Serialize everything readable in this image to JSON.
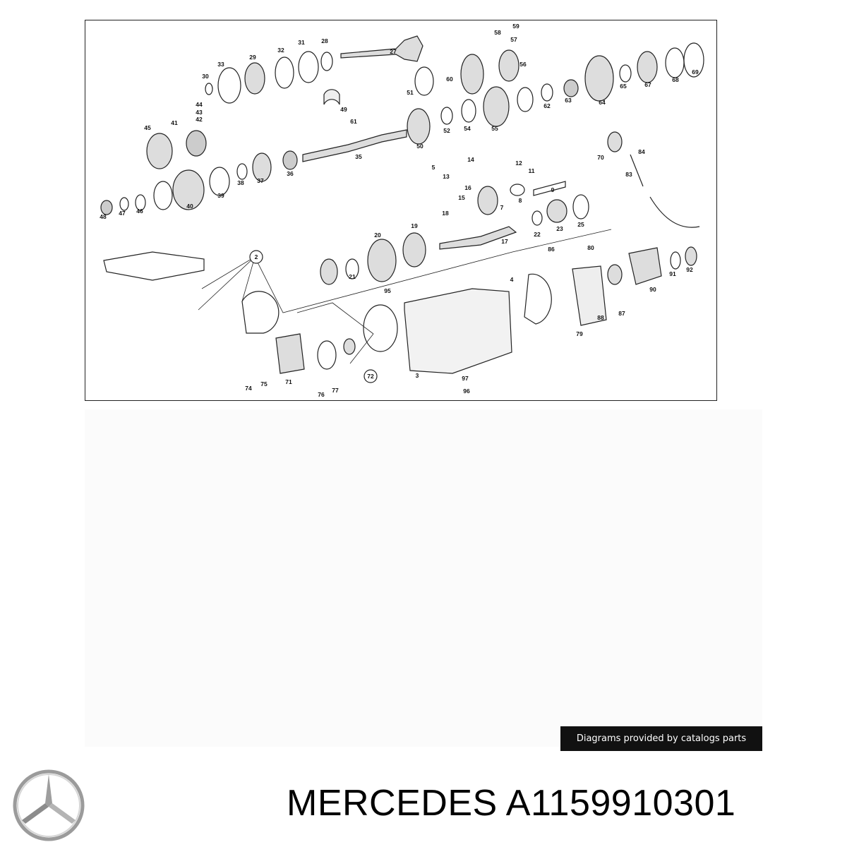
{
  "diagram": {
    "labels": [
      "2",
      "3",
      "4",
      "5",
      "7",
      "8",
      "9",
      "11",
      "12",
      "13",
      "14",
      "15",
      "16",
      "17",
      "18",
      "19",
      "20",
      "21",
      "22",
      "23",
      "25",
      "27",
      "28",
      "29",
      "30",
      "31",
      "32",
      "33",
      "35",
      "36",
      "37",
      "38",
      "39",
      "40",
      "41",
      "42",
      "43",
      "44",
      "45",
      "46",
      "47",
      "48",
      "49",
      "50",
      "51",
      "52",
      "54",
      "55",
      "56",
      "57",
      "58",
      "59",
      "60",
      "61",
      "62",
      "63",
      "64",
      "65",
      "67",
      "68",
      "69",
      "70",
      "71",
      "72",
      "74",
      "75",
      "76",
      "77",
      "79",
      "80",
      "83",
      "84",
      "86",
      "87",
      "88",
      "90",
      "91",
      "92",
      "95",
      "96",
      "97"
    ]
  },
  "attribution": "Diagrams provided by catalogs parts",
  "brand": "MERCEDES",
  "part_number": "A1159910301",
  "logo_icon": "mercedes-star-icon"
}
